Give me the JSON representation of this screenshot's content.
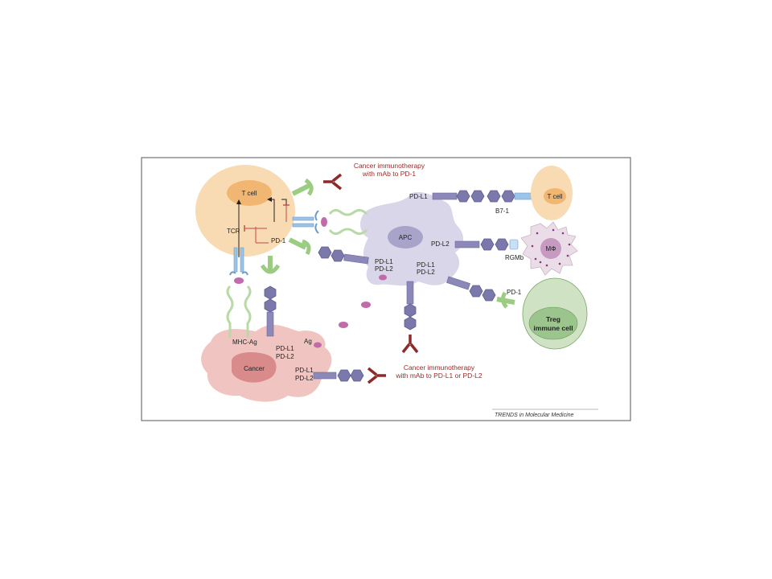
{
  "labels": {
    "t_cell_main": "T cell",
    "tcr": "TCR",
    "pd1_main": "PD-1",
    "mhc_ag": "MHC-Ag",
    "ag": "Ag",
    "cancer": "Cancer",
    "cancer_pdl1_a": "PD-L1",
    "cancer_pdl2_a": "PD-L2",
    "cancer_pdl1_b": "PD-L1",
    "cancer_pdl2_b": "PD-L2",
    "apc": "APC",
    "apc_pdl1_top": "PD-L1",
    "apc_pdl2": "PD-L2",
    "apc_pdl1_a": "PD-L1",
    "apc_pdl2_a": "PD-L2",
    "apc_pdl1_b": "PD-L1",
    "apc_pdl2_b": "PD-L2",
    "b71": "B7-1",
    "t_cell_right": "T cell",
    "rgmb": "RGMb",
    "macrophage": "MΦ",
    "pd1_treg": "PD-1",
    "treg_line1": "Treg",
    "treg_line2": "immune cell",
    "therapy_pd1_line1": "Cancer immunotherapy",
    "therapy_pd1_line2": "with mAb to PD-1",
    "therapy_pdl_line1": "Cancer immunotherapy",
    "therapy_pdl_line2": "with mAb to PD-L1 or PD-L2",
    "caption": "TRENDS in Molecular Medicine"
  },
  "colors": {
    "tcell_fill": "#f9dbb3",
    "tcell_nucleus": "#f1b772",
    "cancer_fill": "#f0c4c1",
    "cancer_nucleus": "#d98a8a",
    "apc_fill": "#d9d6ea",
    "apc_nucleus": "#a7a3c9",
    "treg_fill": "#cfe3c4",
    "treg_nucleus": "#9cc58d",
    "macro_fill": "#eadde8",
    "macro_nucleus": "#c79ac1",
    "hexagon": "#7a77aa",
    "antibody": "#8e2a2a",
    "pd1_green": "#9ccc82",
    "tcr_blue": "#9cc3e8",
    "antigen_pink": "#c16bab"
  }
}
